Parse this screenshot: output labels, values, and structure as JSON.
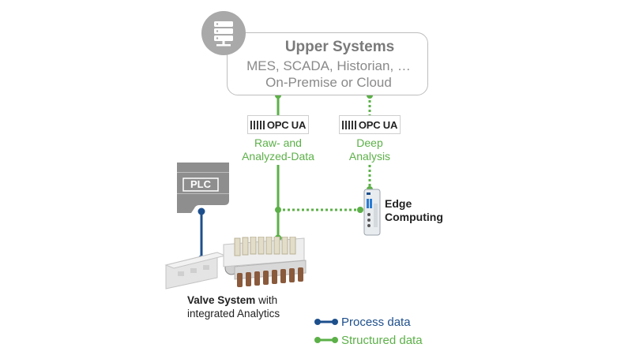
{
  "upper_systems": {
    "title": "Upper Systems",
    "line1": "MES, SCADA, Historian, …",
    "line2": "On-Premise or Cloud"
  },
  "opc_left": {
    "label": "OPC UA",
    "icon": "opc-ua-logo"
  },
  "opc_right": {
    "label": "OPC UA",
    "icon": "opc-ua-logo"
  },
  "left_link": {
    "line1": "Raw- and",
    "line2": "Analyzed-Data"
  },
  "right_link": {
    "line1": "Deep",
    "line2": "Analysis"
  },
  "plc": {
    "label": "PLC"
  },
  "edge": {
    "line1": "Edge",
    "line2": "Computing"
  },
  "valve": {
    "bold": "Valve System",
    "rest": " with",
    "line2": "integrated Analytics"
  },
  "legend": {
    "process": "Process data",
    "structured": "Structured data"
  },
  "colors": {
    "process": "#1d4f8c",
    "structured": "#5cb048",
    "box_border": "#bdbdbd",
    "server_badge": "#a9a9a9",
    "plc_gray": "#8e8e8e"
  },
  "icons": [
    "server-icon",
    "plc-icon",
    "edge-device-icon",
    "valve-system-icon"
  ]
}
